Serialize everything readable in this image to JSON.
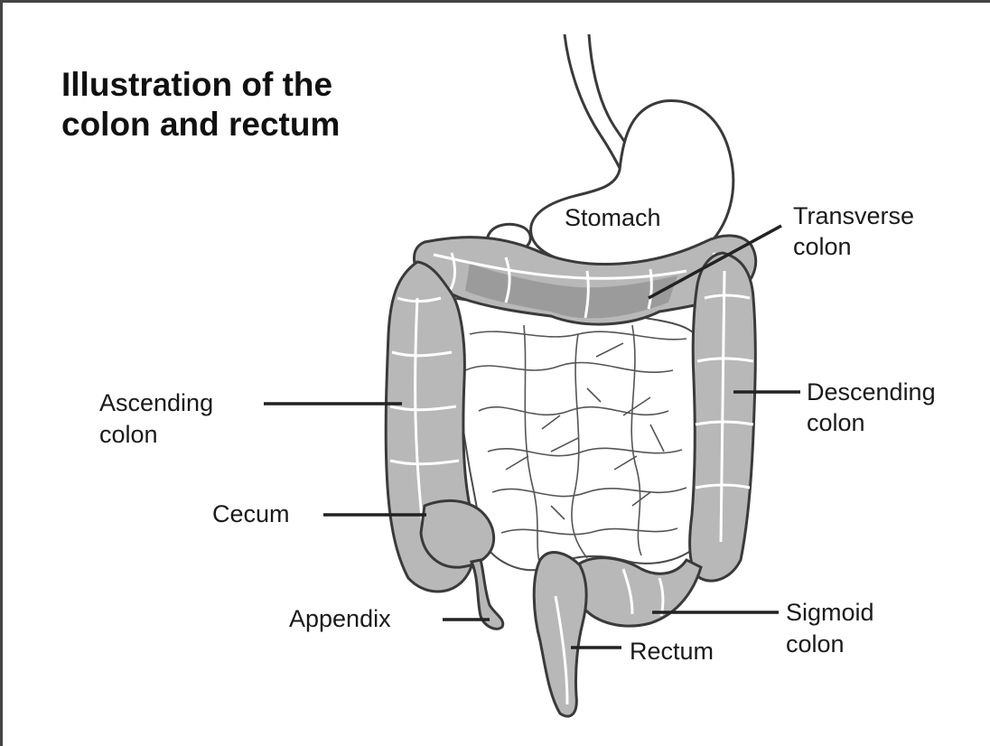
{
  "title": {
    "line1": "Illustration of the",
    "line2": "colon and rectum"
  },
  "labels": {
    "stomach": "Stomach",
    "transverse_1": "Transverse",
    "transverse_2": "colon",
    "ascending_1": "Ascending",
    "ascending_2": "colon",
    "descending_1": "Descending",
    "descending_2": "colon",
    "cecum": "Cecum",
    "appendix": "Appendix",
    "rectum": "Rectum",
    "sigmoid_1": "Sigmoid",
    "sigmoid_2": "colon"
  },
  "colors": {
    "colon_fill": "#b8b8b8",
    "colon_dark": "#8e8e8e",
    "outline": "#3a3a3a",
    "text": "#1a1a1a"
  }
}
